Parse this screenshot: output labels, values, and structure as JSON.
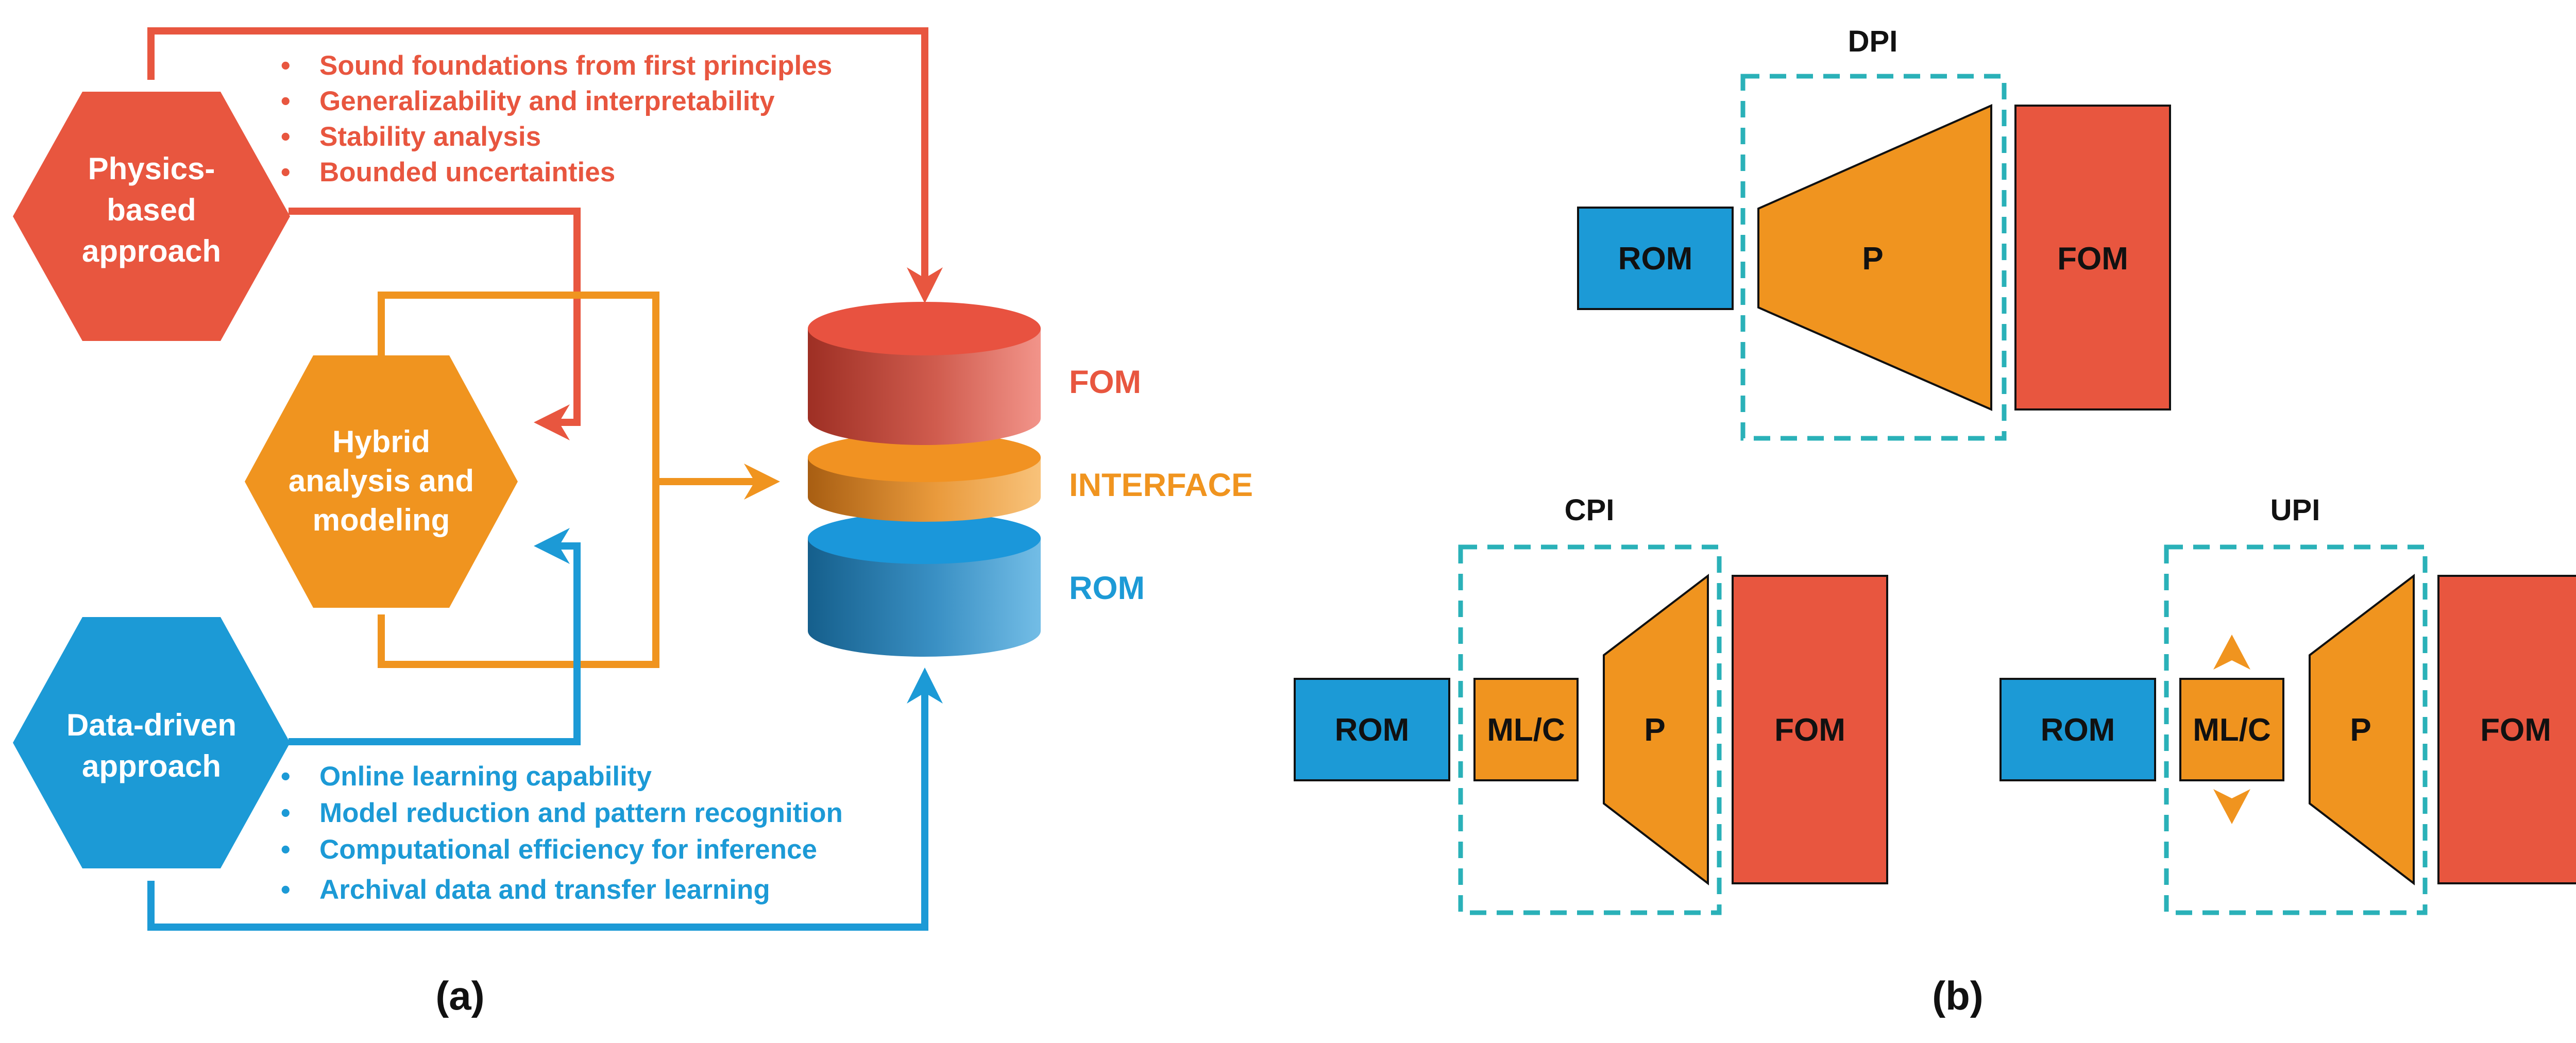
{
  "colors": {
    "physics_red": "#e8563f",
    "hybrid_orange": "#f0941f",
    "data_blue": "#1c9ad6",
    "interface_dash_teal": "#2ab1b8",
    "text_dark": "#111111"
  },
  "panel_a": {
    "caption": "(a)",
    "physics_hex": {
      "lines": [
        "Physics-",
        "based",
        "approach"
      ]
    },
    "hybrid_hex": {
      "lines": [
        "Hybrid",
        "analysis and",
        "modeling"
      ]
    },
    "data_hex": {
      "lines": [
        "Data-driven",
        "approach"
      ]
    },
    "physics_bullets": [
      "Sound foundations from first principles",
      "Generalizability and interpretability",
      "Stability analysis",
      "Bounded uncertainties"
    ],
    "data_bullets": [
      "Online learning capability",
      "Model reduction and pattern recognition",
      "Computational efficiency for inference",
      "Archival data and transfer learning"
    ],
    "bullet_glyph": "•",
    "stack_labels": {
      "top": "FOM",
      "middle": "INTERFACE",
      "bottom": "ROM"
    }
  },
  "panel_b": {
    "caption": "(b)",
    "schemes": [
      {
        "title": "DPI",
        "rom": "ROM",
        "projector": "P",
        "fom": "FOM"
      },
      {
        "title": "CPI",
        "rom": "ROM",
        "corrector": "ML/C",
        "projector": "P",
        "fom": "FOM"
      },
      {
        "title": "UPI",
        "rom": "ROM",
        "corrector": "ML/C",
        "projector": "P",
        "fom": "FOM"
      }
    ]
  }
}
